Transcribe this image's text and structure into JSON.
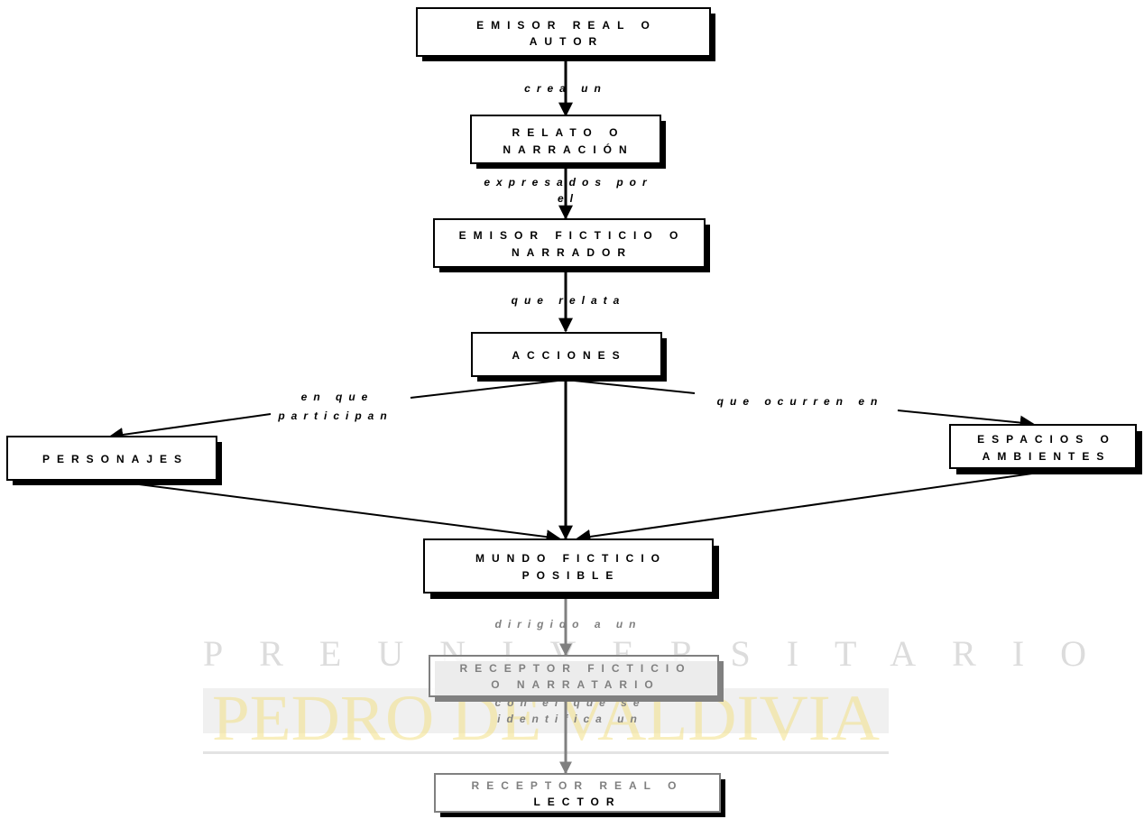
{
  "watermark": {
    "line1": "PREUNIVERSITARIO",
    "line2": "PEDRO DE VALDIVIA",
    "line1_color": "#c0c0c0",
    "line2_color": "#f2e086",
    "band_color": "#d4d4d4"
  },
  "nodes": {
    "emisor_real": {
      "line1": "EMISOR REAL O",
      "line2": "AUTOR"
    },
    "relato": {
      "line1": "RELATO O",
      "line2": "NARRACIÓN"
    },
    "emisor_ficticio": {
      "line1": "EMISOR FICTICIO O",
      "line2": "NARRADOR"
    },
    "acciones": {
      "line1": "ACCIONES"
    },
    "personajes": {
      "line1": "PERSONAJES"
    },
    "espacios": {
      "line1": "ESPACIOS O",
      "line2": "AMBIENTES"
    },
    "mundo": {
      "line1": "MUNDO FICTICIO",
      "line2": "POSIBLE"
    },
    "receptor_ficticio": {
      "line1": "RECEPTOR FICTICIO",
      "line2": "O NARRATARIO"
    },
    "receptor_real": {
      "line1": "RECEPTOR REAL O",
      "line2": "LECTOR"
    }
  },
  "edges": {
    "crea_un": "crea un",
    "expresados_1": "expresados por",
    "expresados_2": "el",
    "que_relata": "que relata",
    "en_que_1": "en que",
    "en_que_2": "participan",
    "que_ocurren": "que ocurren en",
    "dirigido": "dirigido a un",
    "con_el_que_1": "con el que se",
    "con_el_que_2": "identifica un"
  },
  "colors": {
    "main": "#000000",
    "faded": "#808080",
    "shadow": "#000000"
  }
}
